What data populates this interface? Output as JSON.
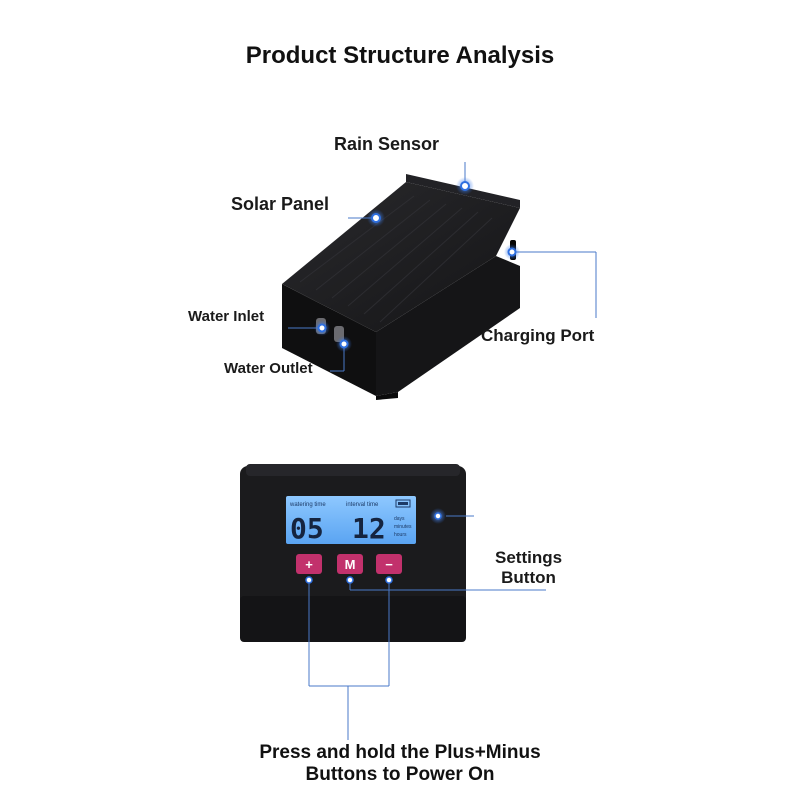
{
  "title": "Product Structure Analysis",
  "labels": {
    "rain_sensor": "Rain Sensor",
    "solar_panel": "Solar Panel",
    "water_inlet": "Water Inlet",
    "water_outlet": "Water Outlet",
    "charging_port": "Charging Port",
    "settings_line1": "Settings",
    "settings_line2": "Button",
    "power_line1": "Press and hold the Plus+Minus",
    "power_line2": "Buttons to Power On"
  },
  "display": {
    "left_caption": "watering time",
    "right_caption": "interval time",
    "left_digits": "05",
    "right_digits": "12",
    "side_caption_1": "days",
    "side_caption_2": "minutes",
    "side_caption_3": "hours"
  },
  "buttons": {
    "plus": "+",
    "mode": "M",
    "minus": "−"
  },
  "colors": {
    "device_body": "#1b1b1d",
    "lcd": "#6fb6ff",
    "button": "#c2316c",
    "pointer": "#2e6fe0",
    "callout_line": "#4a78c8"
  }
}
